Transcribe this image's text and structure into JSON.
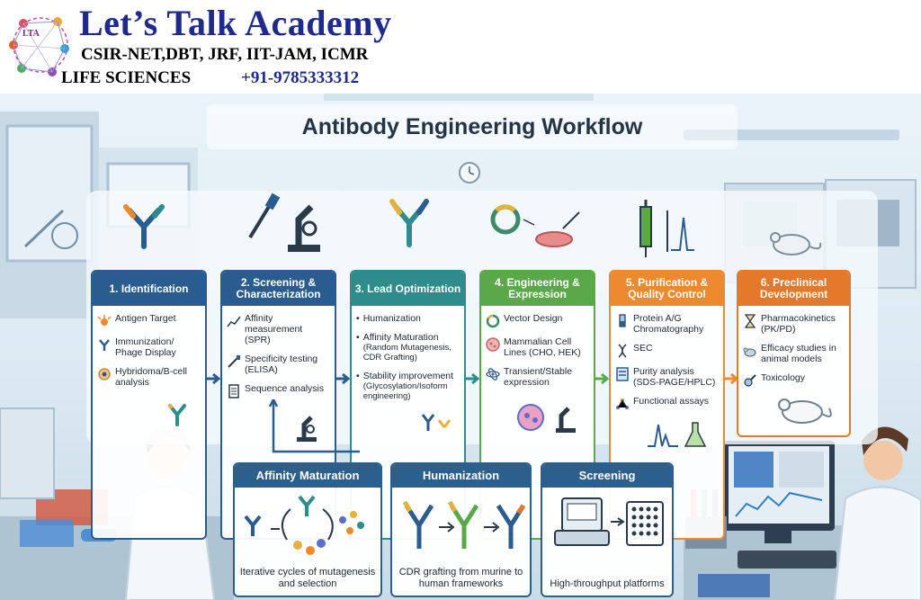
{
  "header": {
    "brand": "Let’s Talk Academy",
    "exams": "CSIR-NET,DBT, JRF, IIT-JAM, ICMR",
    "subject": "LIFE SCIENCES",
    "phone": "+91-9785333312",
    "logo_text": "LTA"
  },
  "title": "Antibody Engineering Workflow",
  "colors": {
    "step1": "#2b5c8f",
    "step2": "#2b5c8f",
    "step3": "#2f8c8c",
    "step4": "#5aa84a",
    "step5": "#ee8a2e",
    "step6": "#e5792b",
    "panel": "#2d5f8c"
  },
  "steps": [
    {
      "title": "1. Identification",
      "items": [
        {
          "icon": "antigen-icon",
          "text": "Antigen Target"
        },
        {
          "icon": "antibody-icon",
          "text": "Immunization/ Phage Display"
        },
        {
          "icon": "cell-icon",
          "text": "Hybridoma/B-cell analysis"
        }
      ]
    },
    {
      "title": "2. Screening & Characterization",
      "items": [
        {
          "icon": "graph-icon",
          "text": "Affinity measurement (SPR)"
        },
        {
          "icon": "pipette-icon",
          "text": "Specificity testing (ELISA)"
        },
        {
          "icon": "document-icon",
          "text": "Sequence analysis"
        }
      ]
    },
    {
      "title": "3. Lead Optimization",
      "items": [
        {
          "text": "Humanization",
          "sub": ""
        },
        {
          "text": "Affinity Maturation",
          "sub": "(Random Mutagenesis, CDR Grafting)"
        },
        {
          "text": "Stability improvement",
          "sub": "(Glycosylation/Isoform engineering)"
        }
      ]
    },
    {
      "title": "4. Engineering & Expression",
      "items": [
        {
          "icon": "plasmid-icon",
          "text": "Vector Design"
        },
        {
          "icon": "cells-icon",
          "text": "Mammalian Cell Lines (CHO, HEK)"
        },
        {
          "icon": "atom-icon",
          "text": "Transient/Stable expression"
        }
      ]
    },
    {
      "title": "5. Purification & Quality Control",
      "items": [
        {
          "icon": "column-icon",
          "text": "Protein A/G Chromatography"
        },
        {
          "icon": "dna-icon",
          "text": "SEC"
        },
        {
          "icon": "gel-icon",
          "text": "Purity analysis (SDS-PAGE/HPLC)"
        },
        {
          "icon": "network-icon",
          "text": "Functional assays"
        }
      ]
    },
    {
      "title": "6. Preclinical Development",
      "items": [
        {
          "icon": "hourglass-icon",
          "text": "Pharmacokinetics (PK/PD)"
        },
        {
          "icon": "mouse-icon",
          "text": "Efficacy studies in animal models"
        },
        {
          "icon": "toxicology-icon",
          "text": "Toxicology"
        }
      ]
    }
  ],
  "panels": [
    {
      "title": "Affinity Maturation",
      "caption": "Iterative cycles of mutagenesis and selection"
    },
    {
      "title": "Humanization",
      "caption": "CDR grafting from murine to human frameworks"
    },
    {
      "title": "Screening",
      "caption": "High-throughput platforms"
    }
  ]
}
